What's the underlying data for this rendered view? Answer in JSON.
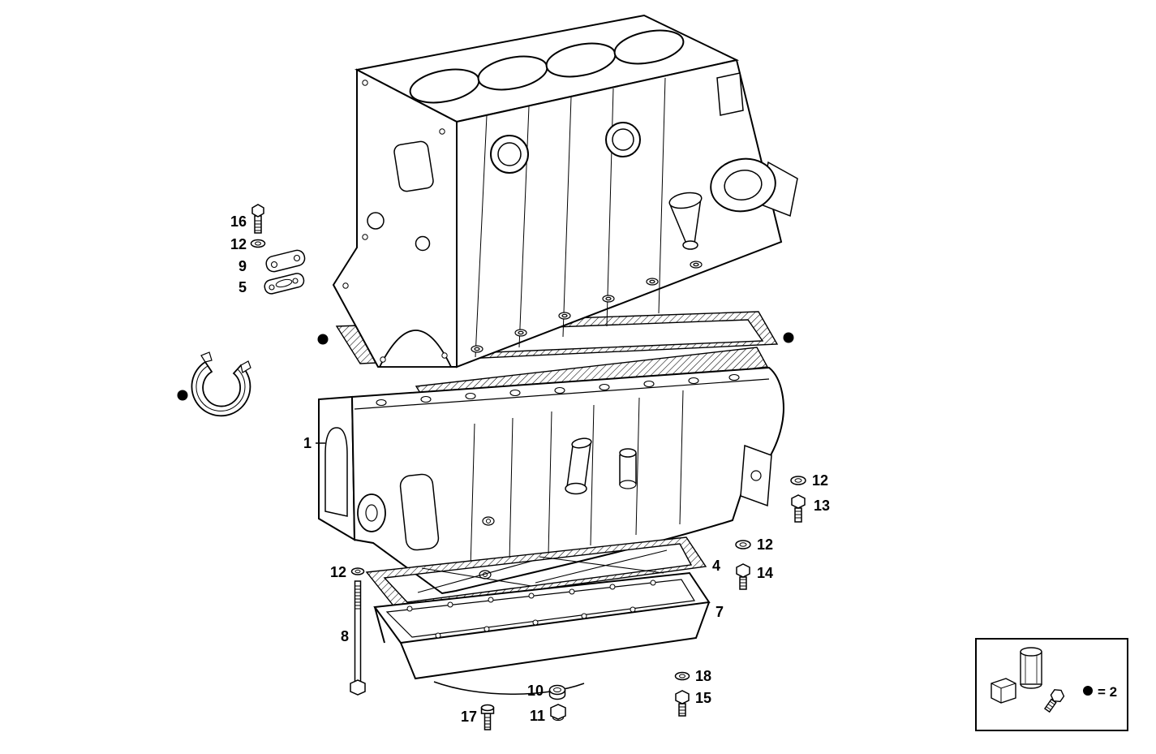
{
  "colors": {
    "background": "#ffffff",
    "ink": "#000000"
  },
  "labels": {
    "p1": "1",
    "p4": "4",
    "p5": "5",
    "p7": "7",
    "p8": "8",
    "p9": "9",
    "p10": "10",
    "p11": "11",
    "p12": "12",
    "p13": "13",
    "p14": "14",
    "p15": "15",
    "p16": "16",
    "p17": "17",
    "p18": "18"
  },
  "legend": {
    "symbol": "●",
    "equals_text": "= 2"
  }
}
